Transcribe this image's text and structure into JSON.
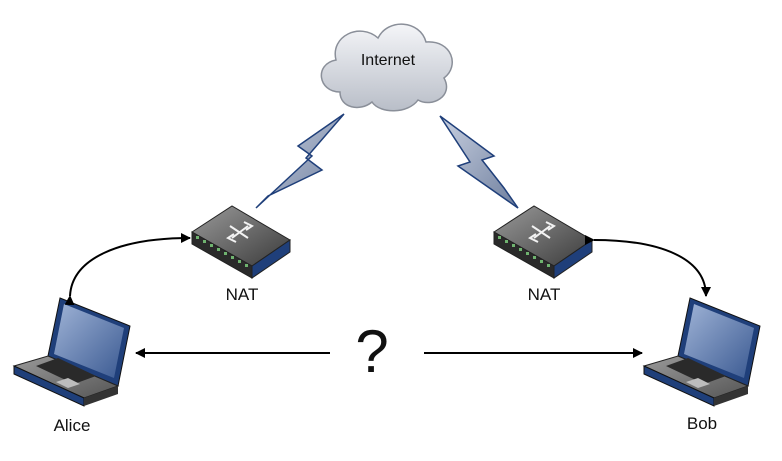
{
  "cloud": {
    "label": "Internet",
    "icon": "cloud-icon"
  },
  "left_nat": {
    "label": "NAT",
    "icon": "switch-icon"
  },
  "right_nat": {
    "label": "NAT",
    "icon": "switch-icon"
  },
  "alice": {
    "label": "Alice",
    "icon": "laptop-icon"
  },
  "bob": {
    "label": "Bob",
    "icon": "laptop-icon"
  },
  "question": {
    "text": "?"
  },
  "colors": {
    "device_blue": "#1f3f7a",
    "device_gray": "#4a4a4a",
    "bolt_fill": "#9aa7c0",
    "cloud_fill": "#d0d4dc"
  }
}
